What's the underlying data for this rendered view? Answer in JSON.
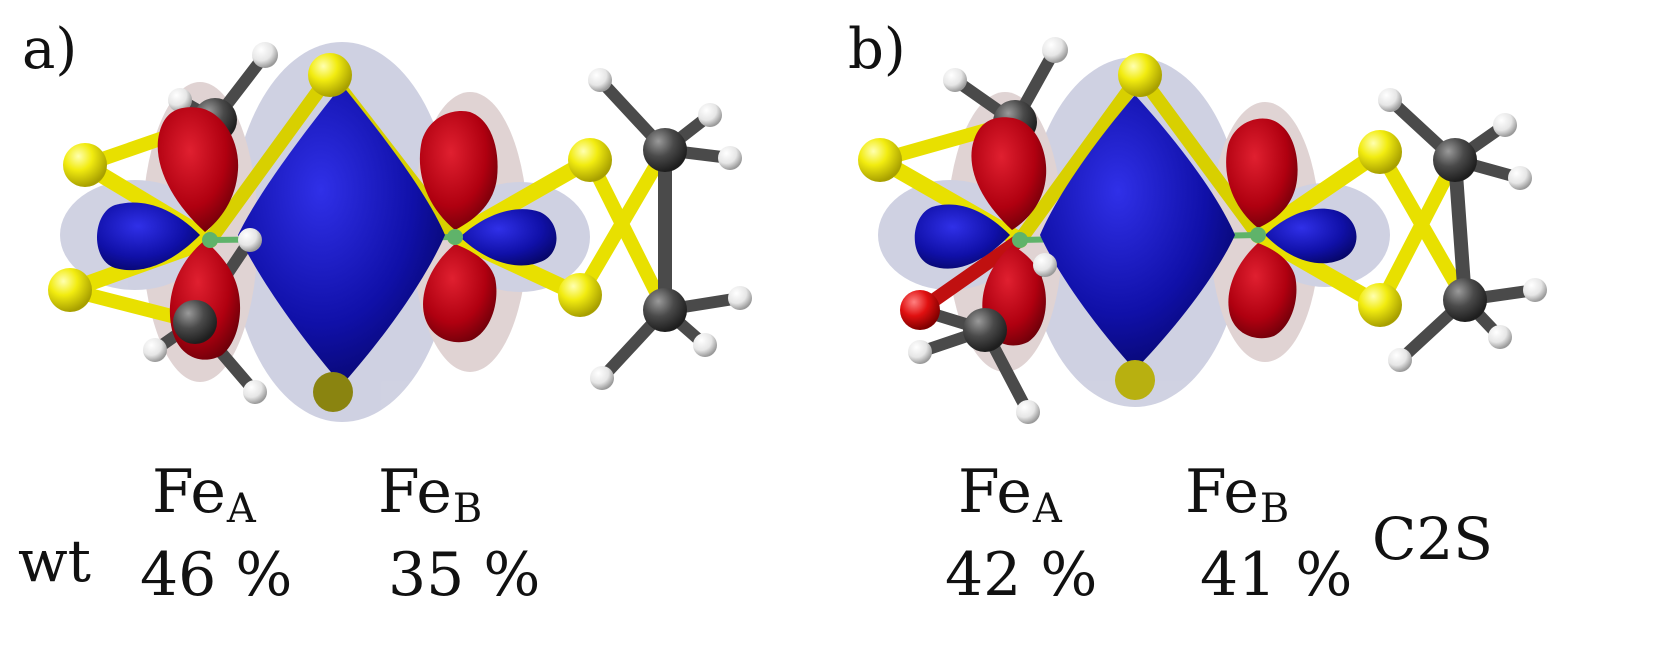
{
  "panels": [
    {
      "label": "a)",
      "variant": "wt",
      "fe_a": {
        "symbol": "Fe",
        "sub": "A",
        "percent": "46 %"
      },
      "fe_b": {
        "symbol": "Fe",
        "sub": "B",
        "percent": "35 %"
      }
    },
    {
      "label": "b)",
      "variant": "C2S",
      "fe_a": {
        "symbol": "Fe",
        "sub": "A",
        "percent": "42 %"
      },
      "fe_b": {
        "symbol": "Fe",
        "sub": "B",
        "percent": "41 %"
      }
    }
  ],
  "colors": {
    "orbital_positive": "#1010a8",
    "orbital_negative": "#b00010",
    "sulfur": "#f2ec10",
    "carbon": "#505050",
    "hydrogen": "#f0f0f0",
    "oxygen": "#e01010",
    "iron": "#5fb36a"
  }
}
